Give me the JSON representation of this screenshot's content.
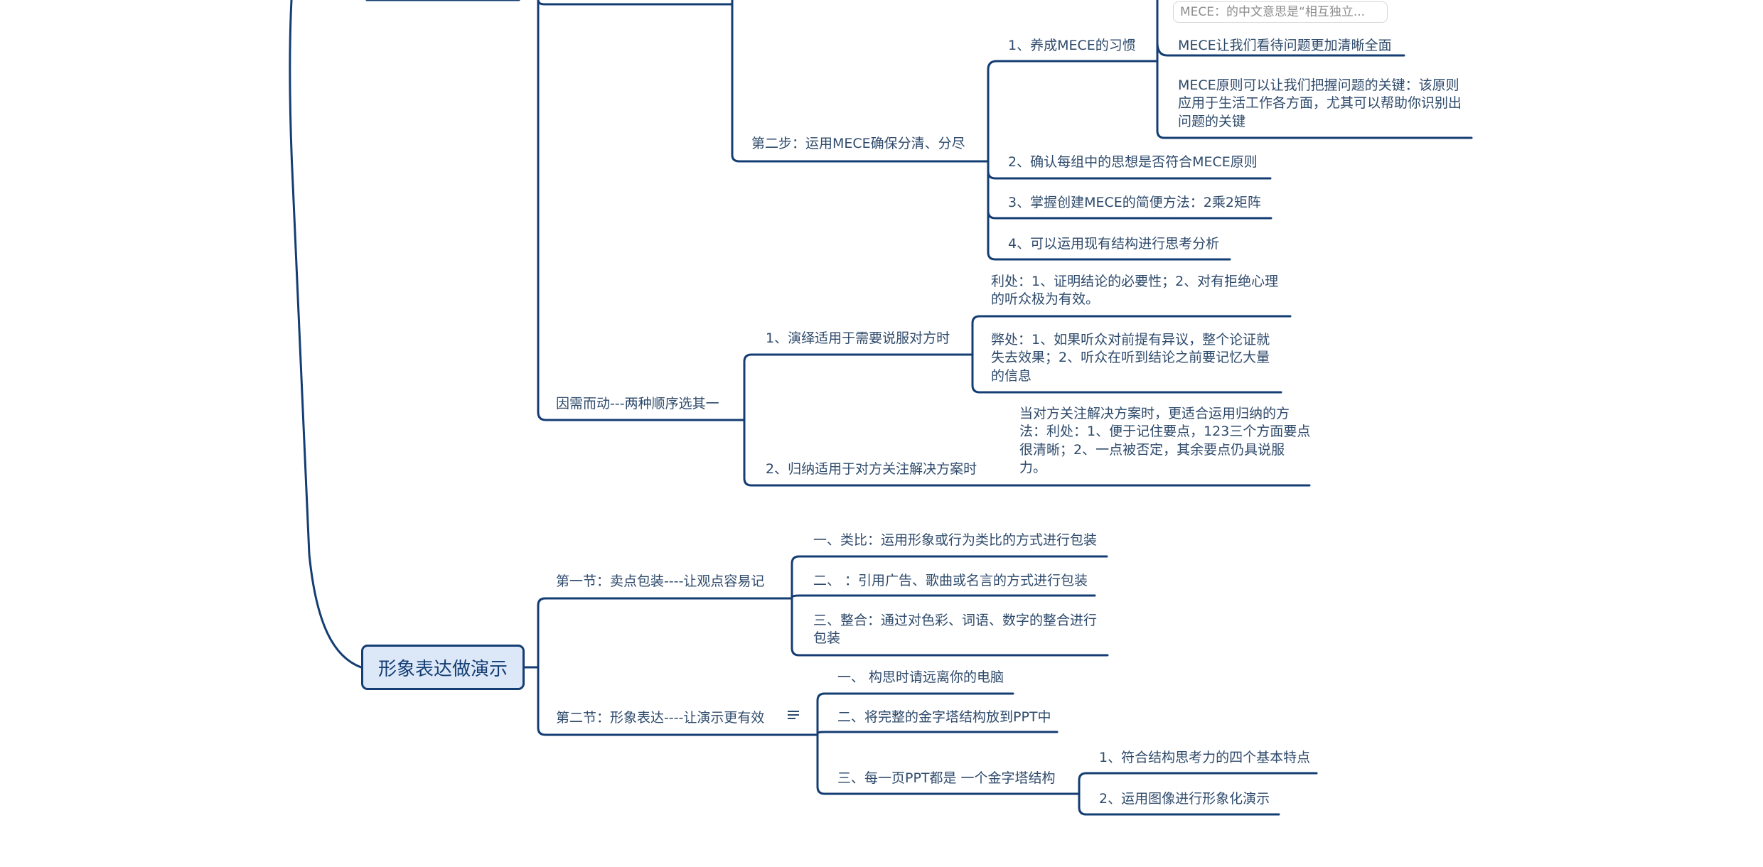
{
  "root": {
    "label": "形象表达做演示"
  },
  "mece": {
    "step2": "第二步：运用MECE确保分清、分尽",
    "habit": "1、养成MECE的习惯",
    "collapsed_note": "MECE：的中文意思是“相互独立...",
    "comprehensive": "MECE让我们看待问题更加清晰全面",
    "key_problem": "MECE原则可以让我们把握问题的关键：该原则应用于生活工作各方面，尤其可以帮助你识别出问题的关键",
    "confirm": "2、确认每组中的思想是否符合MECE原则",
    "matrix": "3、掌握创建MECE的简便方法：2乘2矩阵",
    "existing": "4、可以运用现有结构进行思考分析"
  },
  "order": {
    "title": "因需而动---两种顺序选其一",
    "deduction": "1、演绎适用于需要说服对方时",
    "pros": "利处：1、证明结论的必要性；2、对有拒绝心理的听众极为有效。",
    "cons": "弊处：1、如果听众对前提有异议，整个论证就失去效果；2、听众在听到结论之前要记忆大量的信息",
    "induction": "2、归纳适用于对方关注解决方案时",
    "induction_detail": "当对方关注解决方案时，更适合运用归纳的方法：利处：1、便于记住要点，123三个方面要点很清晰；2、一点被否定，其余要点仍具说服力。"
  },
  "section1": {
    "title": "第一节：卖点包装----让观点容易记",
    "analogy": "一、类比：运用形象或行为类比的方式进行包装",
    "quote": "二、 ：引用广告、歌曲或名言的方式进行包装",
    "integrate": "三、整合：通过对色彩、词语、数字的整合进行包装"
  },
  "section2": {
    "title": "第二节：形象表达----让演示更有效",
    "away": "一、 构思时请远离你的电脑",
    "pyramid_ppt": "二、将完整的金字塔结构放到PPT中",
    "each_page": "三、每一页PPT都是 一个金字塔结构",
    "four_traits": "1、符合结构思考力的四个基本特点",
    "image_demo": "2、运用图像进行形象化演示"
  },
  "colors": {
    "line": "#143d73",
    "text": "#2e4a6b",
    "root_fill": "#dce8f8"
  },
  "icons": {
    "note": "note-lines-icon"
  }
}
